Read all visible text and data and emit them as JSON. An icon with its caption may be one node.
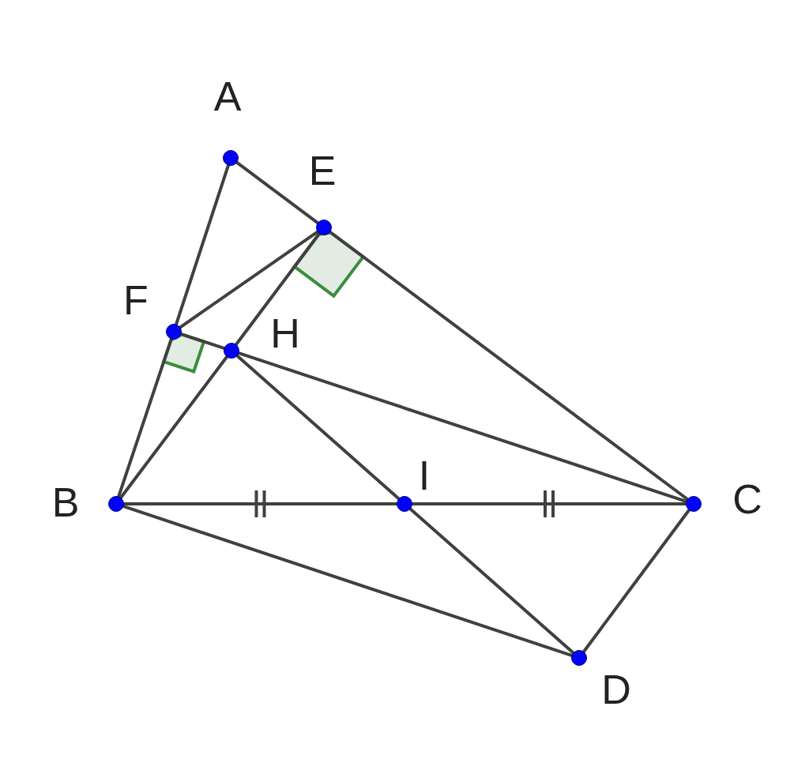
{
  "diagram": {
    "nodes": [
      {
        "text": [
          "A"
        ]
      },
      {
        "text": [
          "E"
        ]
      },
      {
        "text": [
          "F"
        ]
      },
      {
        "text": [
          "H"
        ]
      },
      {
        "text": [
          "B"
        ]
      },
      {
        "text": [
          "I"
        ]
      },
      {
        "text": [
          "C"
        ]
      },
      {
        "text": [
          "D"
        ]
      }
    ],
    "edges": [
      {
        "from": 0,
        "to": 2,
        "arrow": "none"
      },
      {
        "from": 2,
        "to": 4,
        "arrow": "none"
      },
      {
        "from": 0,
        "to": 1,
        "arrow": "none"
      },
      {
        "from": 1,
        "to": 6,
        "arrow": "none"
      },
      {
        "from": 2,
        "to": 1,
        "arrow": "none"
      },
      {
        "from": 1,
        "to": 3,
        "arrow": "none"
      },
      {
        "from": 3,
        "to": 4,
        "arrow": "none"
      },
      {
        "from": 2,
        "to": 3,
        "arrow": "none"
      },
      {
        "from": 3,
        "to": 6,
        "arrow": "none"
      },
      {
        "from": 3,
        "to": 5,
        "arrow": "none"
      },
      {
        "from": 5,
        "to": 7,
        "arrow": "none"
      },
      {
        "from": 4,
        "to": 5,
        "arrow": "none"
      },
      {
        "from": 5,
        "to": 6,
        "arrow": "none"
      },
      {
        "from": 4,
        "to": 7,
        "arrow": "none"
      },
      {
        "from": 6,
        "to": 7,
        "arrow": "none"
      }
    ]
  }
}
